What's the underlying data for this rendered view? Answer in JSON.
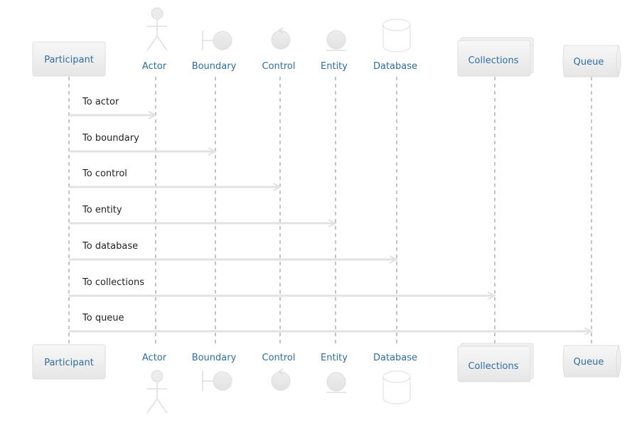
{
  "participants": [
    {
      "id": "participant",
      "label": "Participant",
      "kind": "participant"
    },
    {
      "id": "actor",
      "label": "Actor",
      "kind": "actor"
    },
    {
      "id": "boundary",
      "label": "Boundary",
      "kind": "boundary"
    },
    {
      "id": "control",
      "label": "Control",
      "kind": "control"
    },
    {
      "id": "entity",
      "label": "Entity",
      "kind": "entity"
    },
    {
      "id": "database",
      "label": "Database",
      "kind": "database"
    },
    {
      "id": "collections",
      "label": "Collections",
      "kind": "collections"
    },
    {
      "id": "queue",
      "label": "Queue",
      "kind": "queue"
    }
  ],
  "messages": [
    {
      "from": "participant",
      "to": "actor",
      "label": "To actor"
    },
    {
      "from": "participant",
      "to": "boundary",
      "label": "To boundary"
    },
    {
      "from": "participant",
      "to": "control",
      "label": "To control"
    },
    {
      "from": "participant",
      "to": "entity",
      "label": "To entity"
    },
    {
      "from": "participant",
      "to": "database",
      "label": "To database"
    },
    {
      "from": "participant",
      "to": "collections",
      "label": "To collections"
    },
    {
      "from": "participant",
      "to": "queue",
      "label": "To queue"
    }
  ],
  "colors": {
    "label": "#2e6da4",
    "message_text": "#222222",
    "lifeline": "#888888",
    "arrow": "#e2e2e2",
    "shape_fill": "#ebebeb",
    "shape_stroke": "#dddddd"
  }
}
